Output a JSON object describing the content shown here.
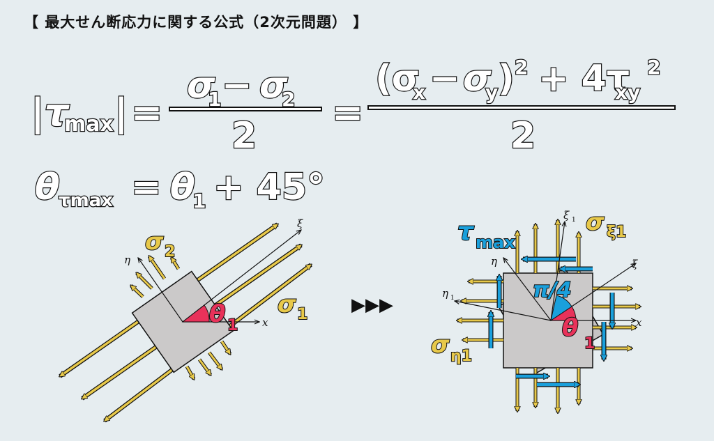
{
  "title": "【 最大せん断応力に関する公式（2次元問題） 】",
  "equation1": {
    "lhs_tau": "|τ",
    "lhs_sub": "max",
    "lhs_bar": "|",
    "eq1": "=",
    "num1_a": "σ",
    "num1_a_sub": "1",
    "num1_minus": "−",
    "num1_b": "σ",
    "num1_b_sub": "2",
    "den1": "2",
    "eq2": "=",
    "num2": "(σ",
    "num2_xsub": "x",
    "num2_minus": "−",
    "num2_sy": "σ",
    "num2_ysub": "y",
    "num2_close": ")",
    "num2_sq": "2",
    "num2_plus": "+ 4τ",
    "num2_xysub": "xy",
    "num2_sq2": "2",
    "den2": "2"
  },
  "equation2": {
    "theta": "θ",
    "theta_sub": "τmax",
    "eq": "=",
    "theta1": "θ",
    "theta1_sub": "1",
    "rest": "+ 45°"
  },
  "left_diagram": {
    "sigma2": "σ",
    "sigma2_sub": "2",
    "sigma1": "σ",
    "sigma1_sub": "1",
    "theta": "θ",
    "theta_sub": "1",
    "axis_x": "x",
    "axis_eta": "η",
    "axis_xi": "ξ"
  },
  "arrow_symbol": "▶▶▶",
  "right_diagram": {
    "tau": "τ",
    "tau_sub": "max",
    "sigma_xi": "σ",
    "sigma_xi_sub": "ξ1",
    "sigma_eta": "σ",
    "sigma_eta_sub": "η1",
    "pi4": "π/4",
    "theta": "θ",
    "theta_sub": "1",
    "axis_x": "x",
    "axis_eta": "η",
    "axis_eta1": "η",
    "axis_eta1_sub": "1",
    "axis_xi": "ξ",
    "axis_xi1": "ξ",
    "axis_xi1_sub": "1"
  },
  "colors": {
    "yellow": "#e8c94a",
    "blue": "#1aa0dc",
    "red": "#e8325a",
    "square": "#cbc9c9",
    "background": "#e6edf0"
  }
}
